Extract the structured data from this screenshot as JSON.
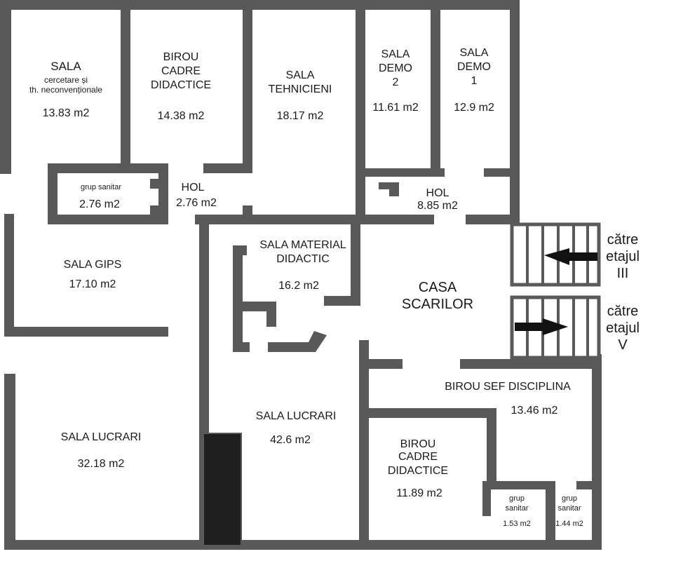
{
  "rooms": {
    "sala_cercetare": {
      "line1": "SALA",
      "line2": "cercetare și",
      "line3": "th. neconvenționale",
      "area": "13.83 m2"
    },
    "birou_cadre_top": {
      "line1": "BIROU",
      "line2": "CADRE",
      "line3": "DIDACTICE",
      "area": "14.38 m2"
    },
    "sala_tehnicieni": {
      "line1": "SALA",
      "line2": "TEHNICIENI",
      "area": "18.17 m2"
    },
    "sala_demo2": {
      "line1": "SALA",
      "line2": "DEMO",
      "line3": "2",
      "area": "11.61 m2"
    },
    "sala_demo1": {
      "line1": "SALA",
      "line2": "DEMO",
      "line3": "1",
      "area": "12.9 m2"
    },
    "grup_sanitar_top": {
      "line1": "grup sanitar",
      "area": "2.76 m2"
    },
    "hol_left": {
      "line1": "HOL",
      "area": "2.76 m2"
    },
    "hol_right": {
      "line1": "HOL",
      "area": "8.85 m2"
    },
    "sala_gips": {
      "line1": "SALA GIPS",
      "area": "17.10 m2"
    },
    "sala_material": {
      "line1": "SALA MATERIAL",
      "line2": "DIDACTIC",
      "area": "16.2 m2"
    },
    "casa_scarilor": {
      "line1": "CASA",
      "line2": "SCARILOR"
    },
    "sala_lucrari_left": {
      "line1": "SALA LUCRARI",
      "area": "32.18 m2"
    },
    "sala_lucrari_mid": {
      "line1": "SALA LUCRARI",
      "area": "42.6 m2"
    },
    "birou_sef": {
      "line1": "BIROU SEF DISCIPLINA",
      "area": "13.46 m2"
    },
    "birou_cadre_bottom": {
      "line1": "BIROU",
      "line2": "CADRE",
      "line3": "DIDACTICE",
      "area": "11.89 m2"
    },
    "grup_sanitar_b1": {
      "line1": "grup",
      "line2": "sanitar",
      "area": "1.53 m2"
    },
    "grup_sanitar_b2": {
      "line1": "grup",
      "line2": "sanitar",
      "area": "1.44 m2"
    }
  },
  "stairs": {
    "up": {
      "line1": "către",
      "line2": "etajul",
      "line3": "III",
      "arrow_icon": "arrow-left-icon"
    },
    "down": {
      "line1": "către",
      "line2": "etajul",
      "line3": "V",
      "arrow_icon": "arrow-right-icon"
    }
  },
  "colors": {
    "wall": "#595959",
    "background": "#ffffff",
    "block": "#1f1f1f"
  }
}
